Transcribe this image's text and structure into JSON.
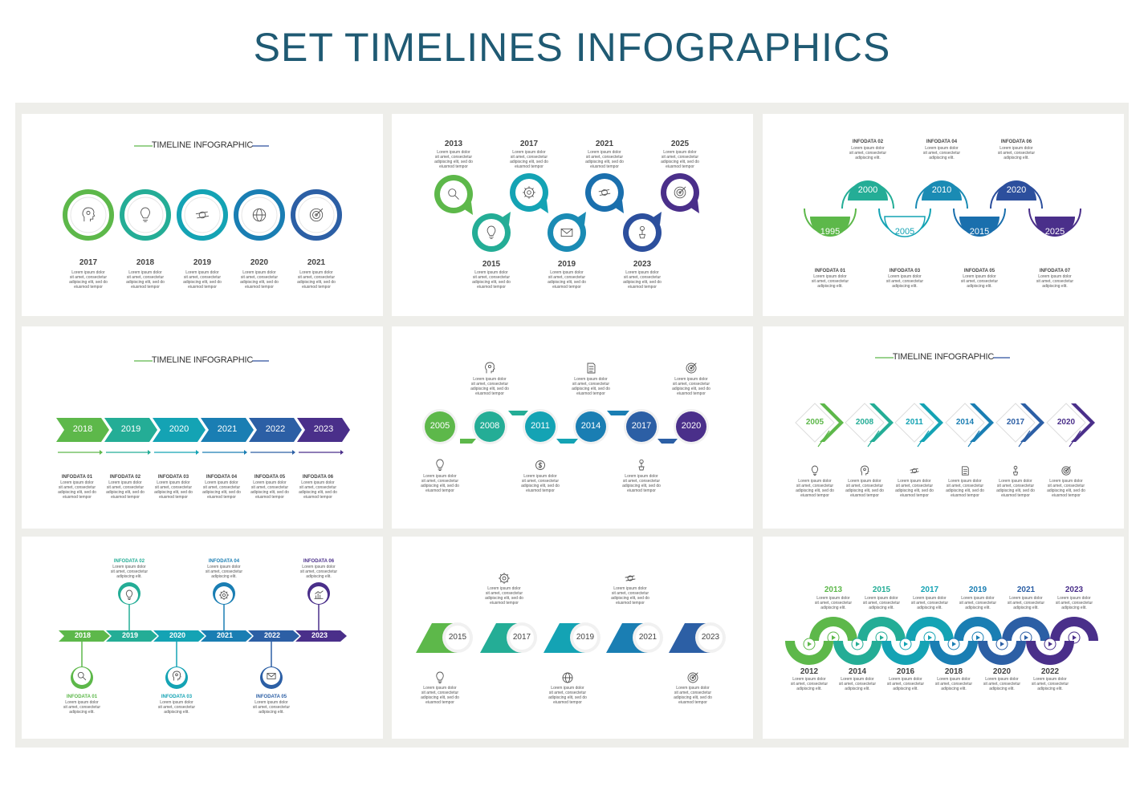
{
  "title": "SET TIMELINES INFOGRAPHICS",
  "lorem5": "Lorem ipsum dolor\nsit amet, consectetur\nadipiscing elit, sed do\neiusmod tempor",
  "lorem4": "Lorem ipsum dolor\nsit amet, consectetur\nadipiscing elit, sed do\neiusmod tempor",
  "lorem3": "Lorem ipsum dolor\nsit amet, consectetur\nadipiscing elit.",
  "colors": {
    "green": "#5db84a",
    "teal": "#14a3b4",
    "blue": "#1a6fad",
    "navy": "#2c4f9d",
    "purple": "#4a2f8a",
    "frame": "#eeeeea",
    "title": "#1f5a73"
  },
  "p1": {
    "heading": "TIMELINE INFOGRAPHIC",
    "years": [
      "2017",
      "2018",
      "2019",
      "2020",
      "2021"
    ],
    "icons": [
      "head-icon",
      "bulb-icon",
      "money-cycle-icon",
      "globe-icon",
      "target-icon"
    ]
  },
  "p2": {
    "years": [
      "2013",
      "2015",
      "2017",
      "2019",
      "2021",
      "2023",
      "2025"
    ],
    "icons": [
      "search-icon",
      "bulb-icon",
      "gear-icon",
      "mail-icon",
      "money-cycle-icon",
      "plant-icon",
      "target-icon"
    ]
  },
  "p3": {
    "labels": [
      "INFODATA 01",
      "INFODATA 02",
      "INFODATA 03",
      "INFODATA 04",
      "INFODATA 05",
      "INFODATA 06",
      "INFODATA 07"
    ],
    "years": [
      "1995",
      "2000",
      "2005",
      "2010",
      "2015",
      "2020",
      "2025"
    ]
  },
  "p4": {
    "heading": "TIMELINE INFOGRAPHIC",
    "years": [
      "2018",
      "2019",
      "2020",
      "2021",
      "2022",
      "2023"
    ],
    "labels": [
      "INFODATA 01",
      "INFODATA 02",
      "INFODATA 03",
      "INFODATA 04",
      "INFODATA 05",
      "INFODATA 06"
    ]
  },
  "p5": {
    "years": [
      "2005",
      "2008",
      "2011",
      "2014",
      "2017",
      "2020"
    ],
    "icons": [
      "bulb-icon",
      "head-icon",
      "money-icon",
      "document-icon",
      "plant-icon",
      "target-icon"
    ]
  },
  "p6": {
    "heading": "TIMELINE INFOGRAPHIC",
    "years": [
      "2005",
      "2008",
      "2011",
      "2014",
      "2017",
      "2020"
    ],
    "icons": [
      "bulb-icon",
      "head-icon",
      "money-cycle-icon",
      "document-icon",
      "plant-icon",
      "target-icon"
    ]
  },
  "p7": {
    "years": [
      "2018",
      "2019",
      "2020",
      "2021",
      "2022",
      "2023"
    ],
    "labels": [
      "INFODATA 01",
      "INFODATA 02",
      "INFODATA 03",
      "INFODATA 04",
      "INFODATA 05",
      "INFODATA 06"
    ],
    "icons": [
      "search-icon",
      "bulb-icon",
      "head-icon",
      "gear-icon",
      "mail-icon",
      "chart-icon"
    ]
  },
  "p8": {
    "years": [
      "2015",
      "2017",
      "2019",
      "2021",
      "2023"
    ],
    "icons": [
      "bulb-icon",
      "gear-icon",
      "globe-icon",
      "money-cycle-icon",
      "target-icon"
    ]
  },
  "p9": {
    "top": [
      "2013",
      "2015",
      "2017",
      "2019",
      "2021",
      "2023"
    ],
    "bottom": [
      "2012",
      "2014",
      "2016",
      "2018",
      "2020",
      "2022"
    ]
  }
}
